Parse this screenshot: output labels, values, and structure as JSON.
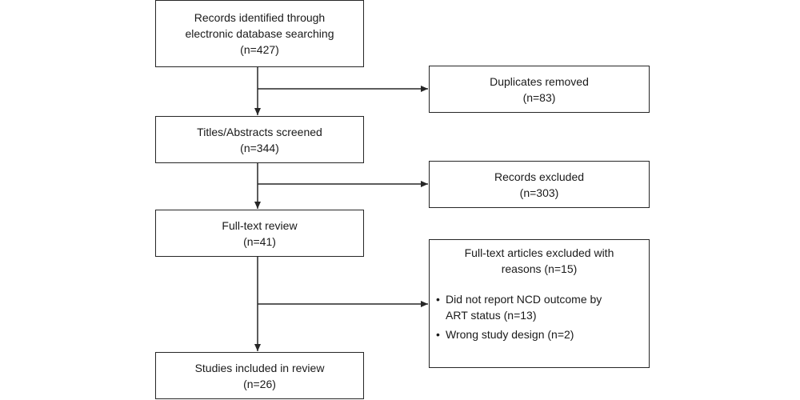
{
  "flow": {
    "identified": {
      "lines": [
        "Records identified through",
        "electronic database searching"
      ],
      "count": "(n=427)"
    },
    "duplicates": {
      "lines": [
        "Duplicates removed"
      ],
      "count": "(n=83)"
    },
    "screened": {
      "lines": [
        "Titles/Abstracts screened"
      ],
      "count": "(n=344)"
    },
    "excluded": {
      "lines": [
        "Records excluded"
      ],
      "count": "(n=303)"
    },
    "fulltext": {
      "lines": [
        "Full-text review"
      ],
      "count": "(n=41)"
    },
    "fulltext_excluded": {
      "lines": [
        "Full-text articles excluded with",
        "reasons (n=15)"
      ],
      "reasons": [
        {
          "lines": [
            "Did not report NCD outcome by",
            "ART status (n=13)"
          ]
        },
        {
          "lines": [
            "Wrong study design (n=2)"
          ]
        }
      ]
    },
    "included": {
      "lines": [
        "Studies included in review"
      ],
      "count": "(n=26)"
    }
  },
  "colors": {
    "border": "#262626",
    "arrow": "#262626",
    "text": "#1a1a1a"
  }
}
